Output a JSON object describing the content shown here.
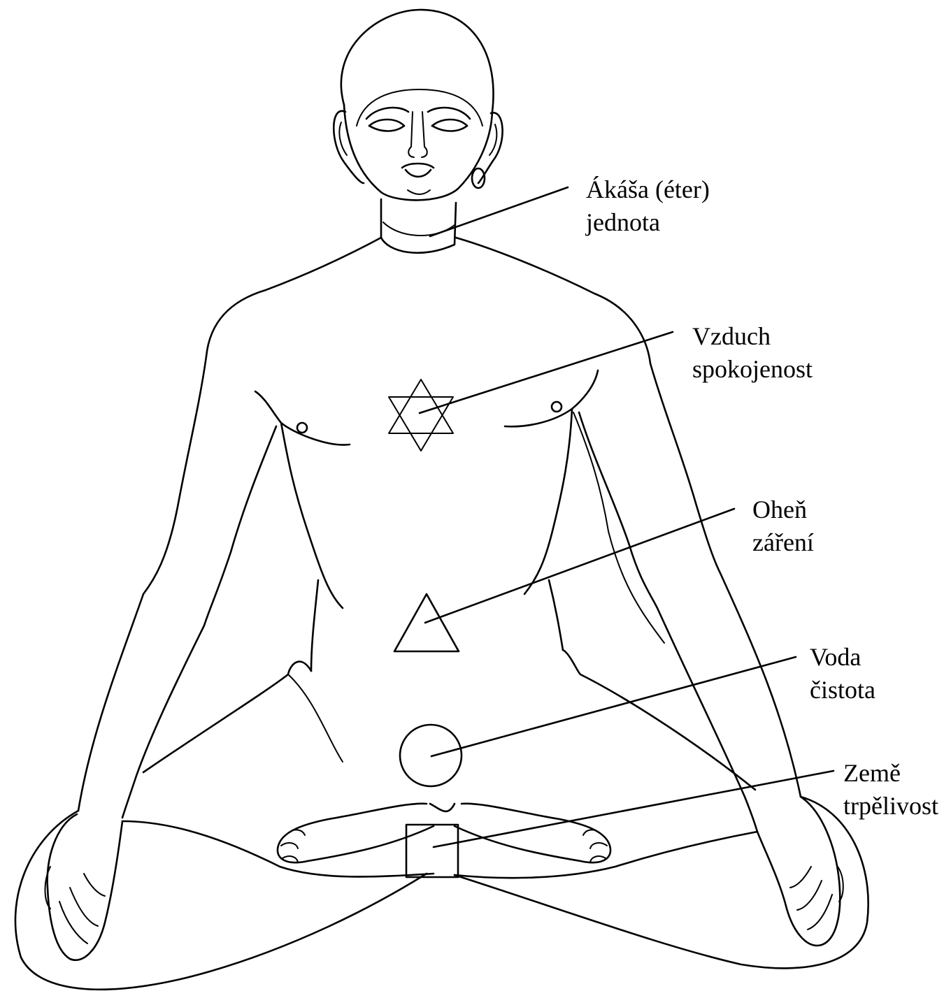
{
  "labels": {
    "akasa": {
      "element": "Ákáša (éter)",
      "quality": "jednota"
    },
    "air": {
      "element": "Vzduch",
      "quality": "spokojenost"
    },
    "fire": {
      "element": "Oheň",
      "quality": "záření"
    },
    "water": {
      "element": "Voda",
      "quality": "čistota"
    },
    "earth": {
      "element": "Země",
      "quality": "trpělivost"
    }
  },
  "colors": {
    "ink": "#000000",
    "paper": "#ffffff"
  }
}
